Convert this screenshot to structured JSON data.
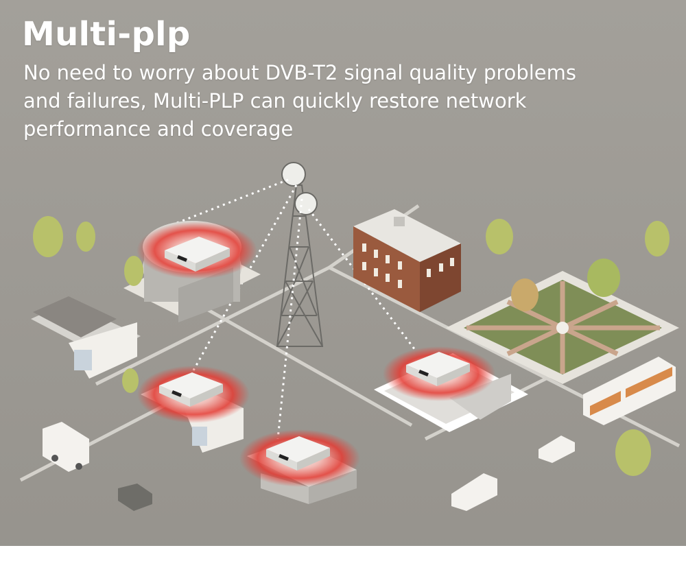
{
  "heading": {
    "title": "Multi-plp",
    "description_lines": [
      "No need to worry about DVB-T2 signal quality problems",
      "and failures, Multi-PLP can quickly restore network",
      "performance and coverage"
    ]
  },
  "colors": {
    "background": "#9c9a94",
    "text": "#ffffff",
    "signal_red": "#e53a32",
    "road": "#dedcd6",
    "grass": "#8a9a5b"
  },
  "illustration": {
    "receivers": [
      "set-top-box-icon",
      "set-top-box-icon",
      "set-top-box-icon",
      "set-top-box-icon"
    ],
    "buildings": [
      "round-office-building",
      "suburban-house",
      "brick-town-hall",
      "modern-office",
      "small-house",
      "storefront"
    ],
    "vehicles": [
      "ambulance",
      "delivery-truck",
      "police-car",
      "van",
      "sedan"
    ]
  }
}
